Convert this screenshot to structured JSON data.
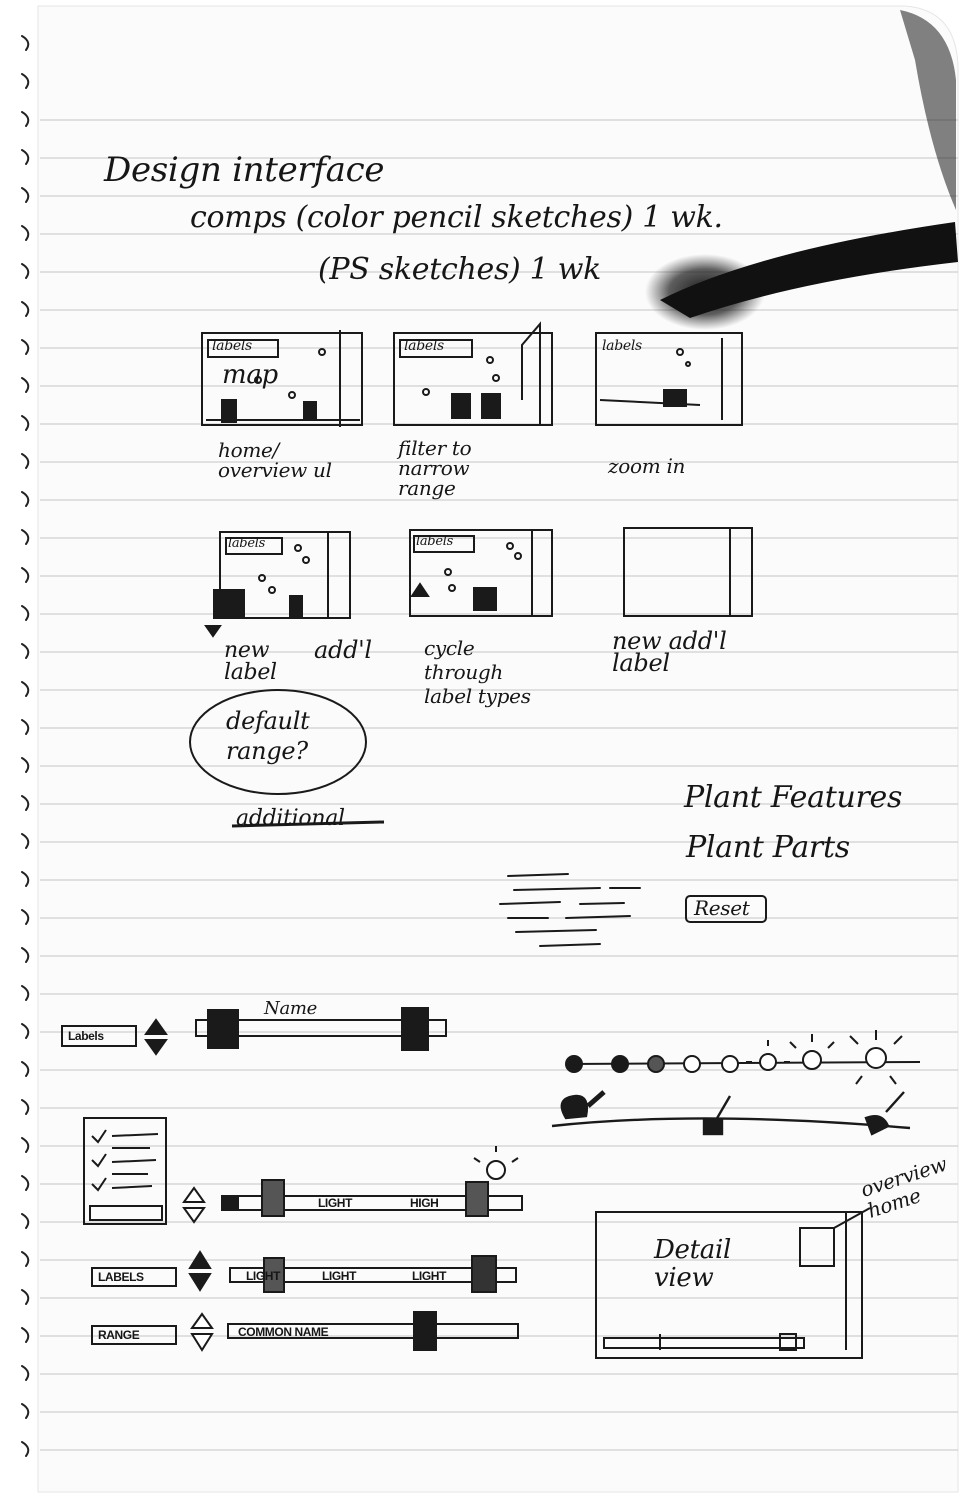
{
  "colors": {
    "paper": "#ffffff",
    "ruling": "#cfcfcf",
    "ink": "#161616",
    "smudge": "#0c0c0c"
  },
  "heading": {
    "line1": "Design interface",
    "line2": "comps (color pencil sketches) 1 wk.",
    "line3": "(PS sketches) 1 wk"
  },
  "thumbnails": {
    "labels_tag": "labels",
    "map_word": "map",
    "captions": {
      "home": "home/ overview ul",
      "filter": "filter to narrow range",
      "zoom": "zoom in",
      "new_label": "new label",
      "addl": "add'l",
      "cycle": "cycle through label types",
      "new_addl": "new add'l label"
    }
  },
  "notes": {
    "default_range": "default range?",
    "additional": "additional",
    "plant_features": "Plant Features",
    "plant_parts": "Plant Parts",
    "reset": "Reset"
  },
  "sliders": {
    "label1": "Labels",
    "name": "Name",
    "light": "LIGHT",
    "high": "HIGH",
    "labels2": "LABELS",
    "range": "RANGE",
    "common_name": "COMMON NAME"
  },
  "overview": {
    "detail_view": "Detail view",
    "overview_home": "overview home"
  },
  "icons": [
    "checklist-icon",
    "sun-icon",
    "moon-phase-icon",
    "watering-can-icon",
    "up-down-arrows-icon"
  ]
}
